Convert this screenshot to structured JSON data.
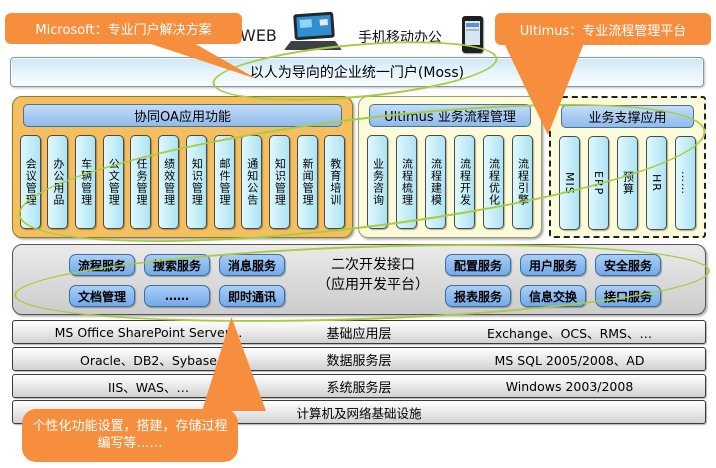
{
  "callouts": {
    "microsoft": "Microsoft：专业门户解决方案",
    "ultimus": "Ultimus：专业流程管理平台",
    "custom": "个性化功能设置，搭建，存储过程编写等……"
  },
  "access": {
    "web_label": "WEB",
    "mobile_label": "手机移动办公",
    "icons": [
      "laptop-icon",
      "smartphone-icon"
    ]
  },
  "banner": {
    "title": "以人为导向的企业统一门户(Moss)"
  },
  "panels": {
    "oa": {
      "title": "协同OA应用功能",
      "items": [
        "会议管理",
        "办公用品",
        "车辆管理",
        "公文管理",
        "任务管理",
        "绩效管理",
        "知识管理",
        "邮件管理",
        "通知公告",
        "知识管理",
        "新闻管理",
        "教育培训"
      ]
    },
    "bpm": {
      "title": "Ultimus 业务流程管理",
      "items": [
        "业务咨询",
        "流程梳理",
        "流程建模",
        "流程开发",
        "流程优化",
        "流程引擎"
      ]
    },
    "support": {
      "title": "业务支撑应用",
      "items": [
        "MIS",
        "ERP",
        "预算",
        "HR",
        "……"
      ]
    }
  },
  "dev": {
    "title_line1": "二次开发接口",
    "title_line2": "（应用开发平台）",
    "left_buttons": [
      [
        "流程服务",
        "搜索服务",
        "消息服务"
      ],
      [
        "文档管理",
        "……",
        "即时通讯"
      ]
    ],
    "right_buttons": [
      [
        "配置服务",
        "用户服务",
        "安全服务"
      ],
      [
        "报表服务",
        "信息交换",
        "接口服务"
      ]
    ]
  },
  "layers": {
    "rows": [
      {
        "left": "MS Office SharePoint Server…",
        "label": "基础应用层",
        "right": "Exchange、OCS、RMS、…"
      },
      {
        "left": "Oracle、DB2、Sybase",
        "label": "数据服务层",
        "right": "MS SQL 2005/2008、AD"
      },
      {
        "left": "IIS、WAS、…",
        "label": "系统服务层",
        "right": "Windows 2003/2008"
      }
    ],
    "bottom": "计算机及网络基础设施"
  },
  "colors": {
    "callout_orange": "#f78e3e",
    "ellipse_green": "#a8cc3f",
    "oa_panel": "#f5bf60",
    "pale_yellow_panel": "#fbfbda",
    "header_blue": "#8fbbea",
    "button_blue": "#72a9e8",
    "module_cyan": "#aee3f2"
  }
}
